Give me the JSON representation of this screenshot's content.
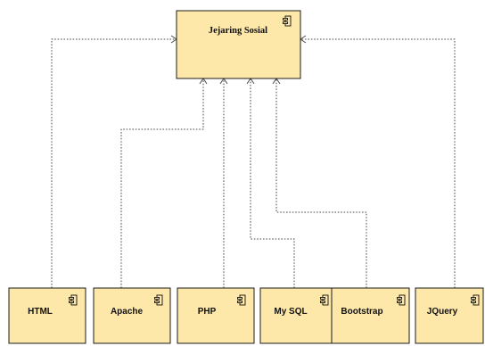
{
  "diagram": {
    "root": {
      "label": "Jejaring Sosial",
      "icon": "component-icon"
    },
    "components": [
      {
        "id": "html",
        "label": "HTML",
        "icon": "component-icon"
      },
      {
        "id": "apache",
        "label": "Apache",
        "icon": "component-icon"
      },
      {
        "id": "php",
        "label": "PHP",
        "icon": "component-icon"
      },
      {
        "id": "mysql",
        "label": "My SQL",
        "icon": "component-icon"
      },
      {
        "id": "bootstrap",
        "label": "Bootstrap",
        "icon": "component-icon"
      },
      {
        "id": "jquery",
        "label": "JQuery",
        "icon": "component-icon"
      }
    ],
    "relation": "dependency",
    "colors": {
      "box_fill": "#fde7a9",
      "border": "#1c1c1c",
      "connector": "#4a4a4a"
    }
  }
}
